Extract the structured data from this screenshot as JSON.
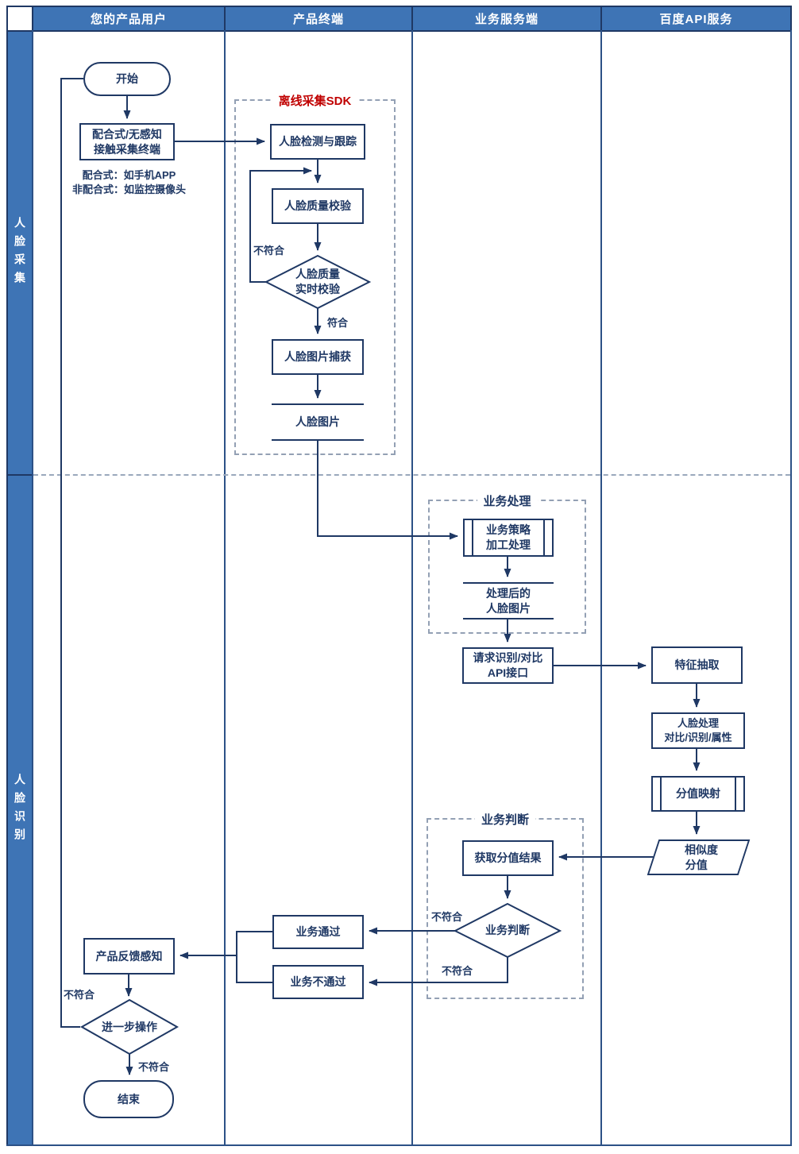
{
  "colors": {
    "lane_header_fill": "#3e74b5",
    "shape_stroke": "#1f3864",
    "sdk_title_red": "#c00000",
    "dashed_group": "#93a0b4"
  },
  "header": {
    "columns": [
      {
        "label": "您的产品用户"
      },
      {
        "label": "产品终端"
      },
      {
        "label": "业务服务端"
      },
      {
        "label": "百度API服务"
      }
    ]
  },
  "sidebar": {
    "sections": [
      {
        "label": "人脸采集"
      },
      {
        "label": "人脸识别"
      }
    ]
  },
  "lane_user": {
    "start": "开始",
    "terminal_line1": "配合式/无感知",
    "terminal_line2": "接触采集终端",
    "note_line1": "配合式：如手机APP",
    "note_line2": "非配合式：如监控摄像头",
    "feedback": "产品反馈感知",
    "further": "进一步操作",
    "further_label_left": "不符合",
    "further_label_bottom": "不符合",
    "end": "结束"
  },
  "lane_terminal": {
    "sdk_title": "离线采集SDK",
    "detect": "人脸检测与跟踪",
    "quality": "人脸质量校验",
    "rt_label_fail": "不符合",
    "rt_line1": "人脸质量",
    "rt_line2": "实时校验",
    "rt_label_pass": "符合",
    "capture": "人脸图片捕获",
    "image": "人脸图片",
    "pass": "业务通过",
    "fail": "业务不通过"
  },
  "lane_server": {
    "process_title": "业务处理",
    "strategy_line1": "业务策略",
    "strategy_line2": "加工处理",
    "processed_line1": "处理后的",
    "processed_line2": "人脸图片",
    "request_line1": "请求识别/对比",
    "request_line2": "API接口",
    "judge_title": "业务判断",
    "score": "获取分值结果",
    "judge": "业务判断",
    "judge_label_left": "不符合",
    "judge_label_bottom": "不符合"
  },
  "lane_baidu": {
    "feature": "特征抽取",
    "faceproc_line1": "人脸处理",
    "faceproc_line2": "对比/识别/属性",
    "mapping": "分值映射",
    "similarity_line1": "相似度",
    "similarity_line2": "分值"
  }
}
